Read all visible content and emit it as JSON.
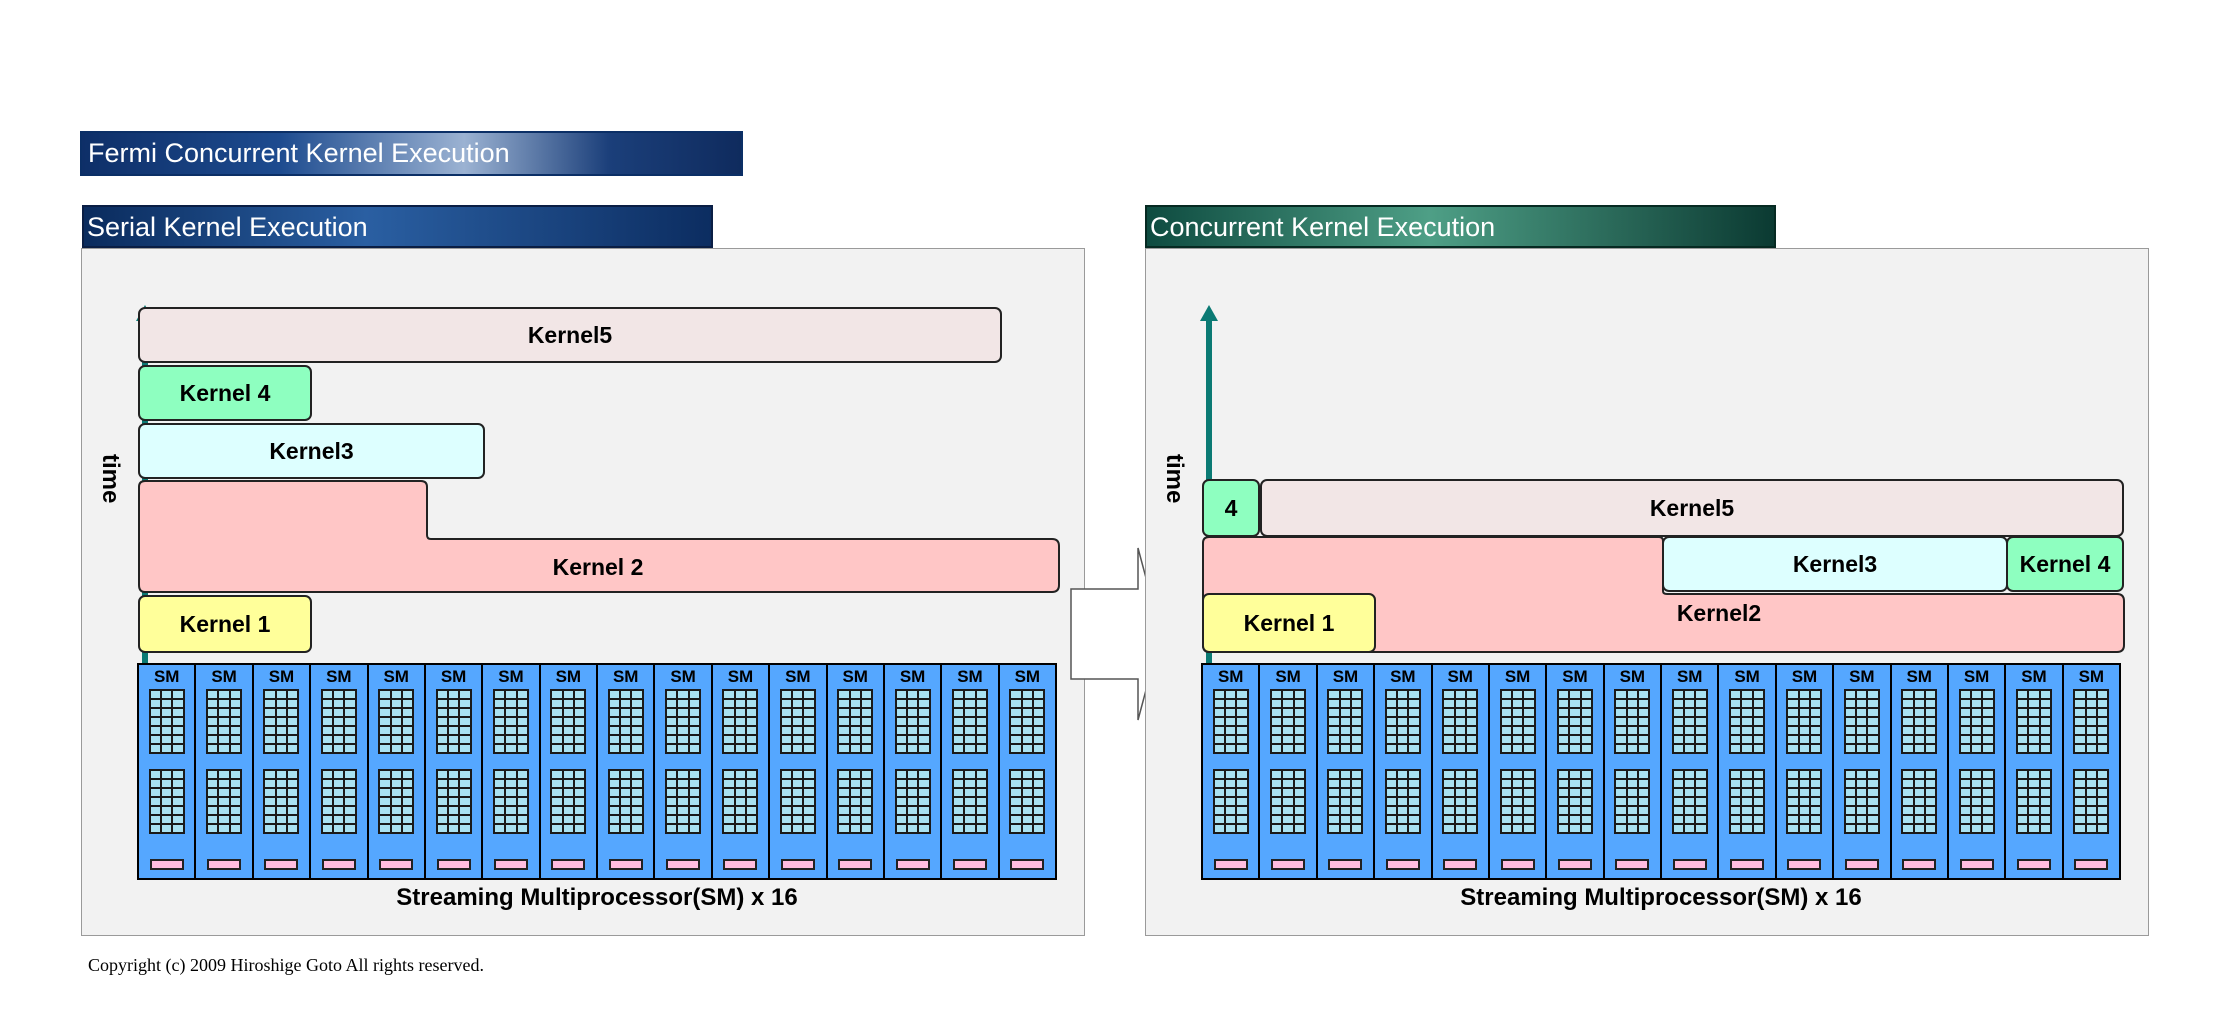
{
  "main_title": "Fermi Concurrent Kernel Execution",
  "serial": {
    "title": "Serial Kernel Execution",
    "time_label": "time",
    "kernels": {
      "k5": "Kernel5",
      "k4": "Kernel 4",
      "k3": "Kernel3",
      "k2": "Kernel 2",
      "k1": "Kernel 1"
    },
    "sm_caption": "Streaming Multiprocessor(SM) x 16"
  },
  "concurrent": {
    "title": "Concurrent Kernel Execution",
    "time_label": "time",
    "kernels": {
      "k4_small": "4",
      "k5": "Kernel5",
      "k3": "Kernel3",
      "k4": "Kernel 4",
      "k1": "Kernel 1",
      "k2": "Kernel2"
    },
    "sm_caption": "Streaming Multiprocessor(SM) x 16"
  },
  "sm_label": "SM",
  "sm_count": 16,
  "copyright": "Copyright (c) 2009 Hiroshige Goto All rights reserved.",
  "colors": {
    "kernel1": "#ffff9a",
    "kernel2": "#ffc6c6",
    "kernel3": "#ddffff",
    "kernel4": "#8effc0",
    "kernel5": "#f2e6e6",
    "sm_fill": "#55a7ff",
    "time_arrow": "#0b7a74"
  }
}
